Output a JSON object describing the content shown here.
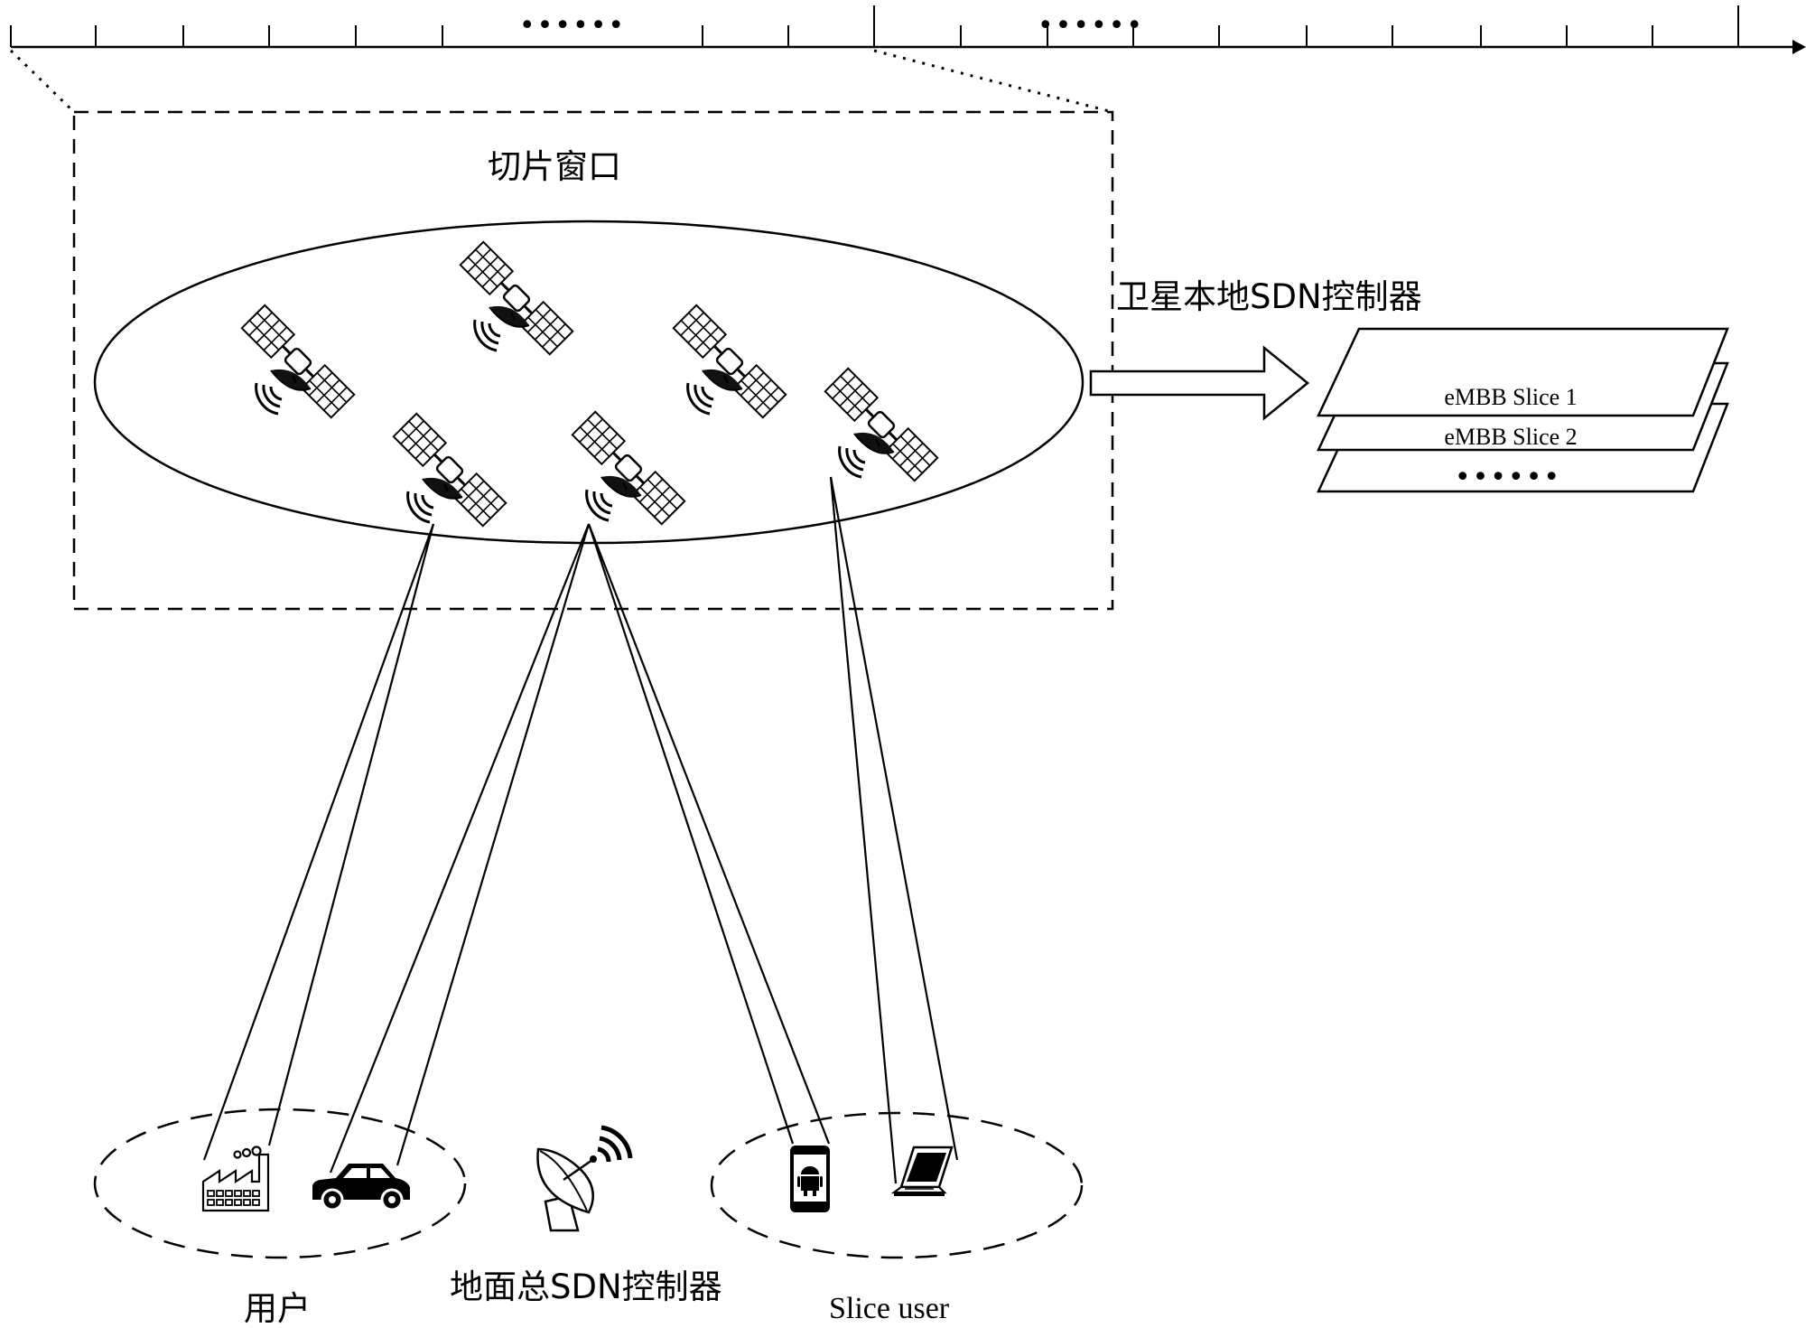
{
  "timeline": {
    "ellipsis_left": "••••••",
    "ellipsis_right": "••••••"
  },
  "slice_window": {
    "title": "切片窗口"
  },
  "local_controller": {
    "label": "卫星本地SDN控制器",
    "slices": [
      "eMBB Slice 1",
      "eMBB Slice 2"
    ],
    "more": "••••••"
  },
  "ground": {
    "users_label": "用户",
    "ground_controller_label": "地面总SDN控制器",
    "slice_user_label": "Slice user"
  },
  "icons": [
    "satellite-icon",
    "factory-icon",
    "car-icon",
    "dish-antenna-icon",
    "smartphone-icon",
    "laptop-icon"
  ]
}
